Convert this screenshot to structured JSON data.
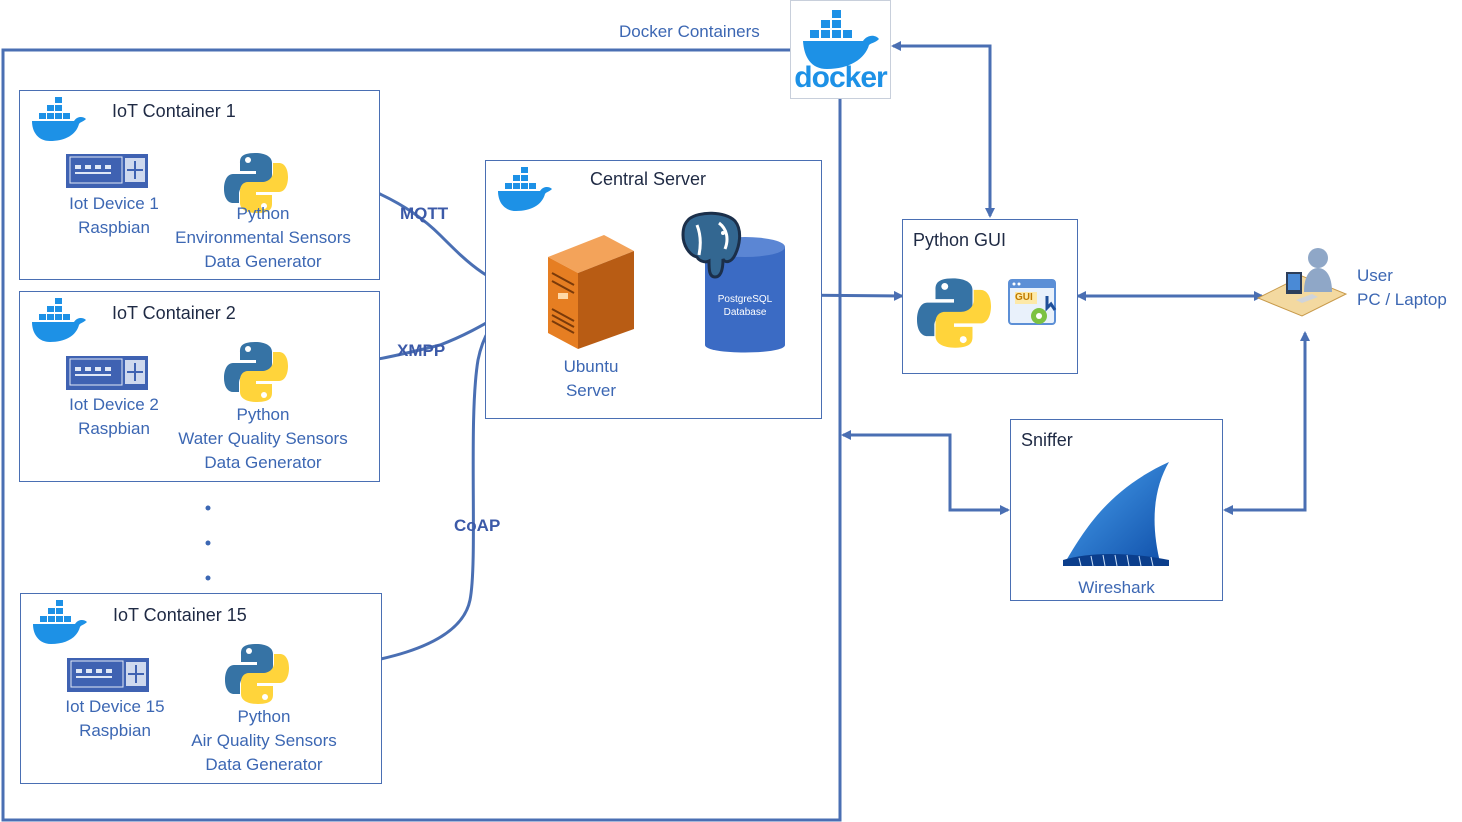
{
  "labels": {
    "docker_containers": "Docker Containers",
    "docker_logo_text": "docker",
    "central_server_title": "Central Server",
    "ubuntu_line1": "Ubuntu",
    "ubuntu_line2": "Server",
    "db_line1": "PostgreSQL",
    "db_line2": "Database",
    "python_gui_title": "Python GUI",
    "gui_icon_text": "GUI",
    "sniffer_title": "Sniffer",
    "wireshark": "Wireshark",
    "user_line1": "User",
    "user_line2": "PC / Laptop"
  },
  "protocols": {
    "mqtt": "MQTT",
    "xmpp": "XMPP",
    "coap": "CoAP"
  },
  "containers": [
    {
      "title": "IoT Container 1",
      "device_line1": "Iot Device 1",
      "device_line2": "Raspbian",
      "py_line1": "Python",
      "py_line2": "Environmental Sensors",
      "py_line3": "Data Generator"
    },
    {
      "title": "IoT Container 2",
      "device_line1": "Iot Device 2",
      "device_line2": "Raspbian",
      "py_line1": "Python",
      "py_line2": "Water Quality Sensors",
      "py_line3": "Data Generator"
    },
    {
      "title": "IoT Container 15",
      "device_line1": "Iot Device 15",
      "device_line2": "Raspbian",
      "py_line1": "Python",
      "py_line2": "Air Quality Sensors",
      "py_line3": "Data Generator"
    }
  ],
  "ellipsis": [
    "·",
    "·",
    "·"
  ],
  "colors": {
    "line": "#4a6fb3",
    "docker_blue": "#1d91e6",
    "python_blue": "#3673a5",
    "python_yellow": "#ffd43b",
    "server_orange": "#e67e22",
    "db_blue": "#3b6bc4",
    "wireshark_blue": "#1c66c7"
  },
  "icons": {
    "docker": "docker-whale-icon",
    "device": "network-device-icon",
    "python": "python-logo-icon",
    "server": "server-tower-icon",
    "database": "database-cylinder-icon",
    "postgres": "postgresql-elephant-icon",
    "gui": "gui-settings-icon",
    "user": "user-at-pc-icon",
    "wireshark": "wireshark-fin-icon"
  }
}
